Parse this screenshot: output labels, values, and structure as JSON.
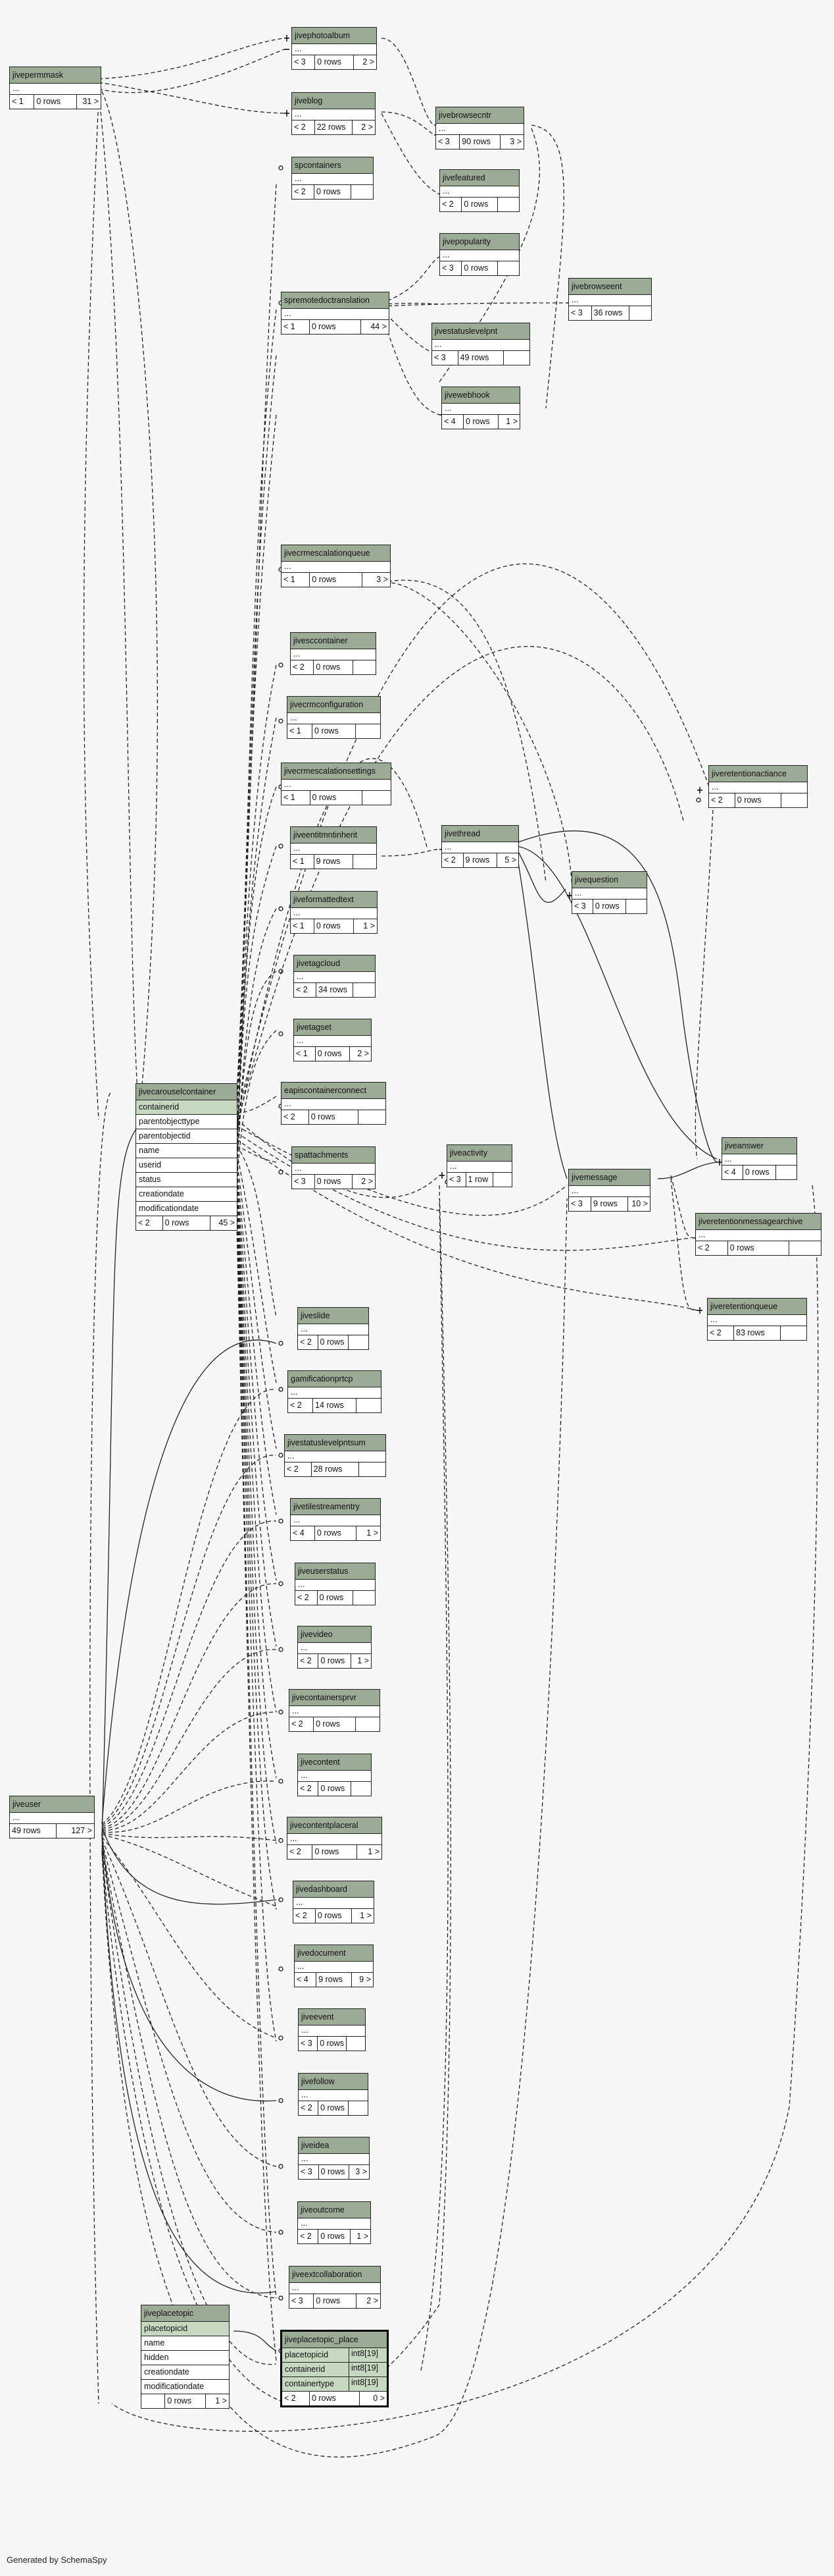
{
  "footer": "Generated by SchemaSpy",
  "tables": {
    "jivepermmask": {
      "name": "jivepermmask",
      "ell": "...",
      "parents": "< 1",
      "rows": "0 rows",
      "children": "31 >"
    },
    "jivephotoalbum": {
      "name": "jivephotoalbum",
      "ell": "...",
      "parents": "< 3",
      "rows": "0 rows",
      "children": "2 >"
    },
    "jiveblog": {
      "name": "jiveblog",
      "ell": "...",
      "parents": "< 2",
      "rows": "22 rows",
      "children": "2 >"
    },
    "jivebrowsecntr": {
      "name": "jivebrowsecntr",
      "ell": "...",
      "parents": "< 3",
      "rows": "90 rows",
      "children": "3 >"
    },
    "spcontainers": {
      "name": "spcontainers",
      "ell": "...",
      "parents": "< 2",
      "rows": "0 rows",
      "children": ""
    },
    "jivefeatured": {
      "name": "jivefeatured",
      "ell": "...",
      "parents": "< 2",
      "rows": "0 rows",
      "children": ""
    },
    "jivepopularity": {
      "name": "jivepopularity",
      "ell": "...",
      "parents": "< 3",
      "rows": "0 rows",
      "children": ""
    },
    "spremotedoctranslation": {
      "name": "spremotedoctranslation",
      "ell": "...",
      "parents": "< 1",
      "rows": "0 rows",
      "children": "44 >"
    },
    "jivebrowseent": {
      "name": "jivebrowseent",
      "ell": "...",
      "parents": "< 3",
      "rows": "36 rows",
      "children": ""
    },
    "jivestatuslevelpnt": {
      "name": "jivestatuslevelpnt",
      "ell": "...",
      "parents": "< 3",
      "rows": "49 rows",
      "children": ""
    },
    "jivewebhook": {
      "name": "jivewebhook",
      "ell": "...",
      "parents": "< 4",
      "rows": "0 rows",
      "children": "1 >"
    },
    "jivecrmescalationqueue": {
      "name": "jivecrmescalationqueue",
      "ell": "...",
      "parents": "< 1",
      "rows": "0 rows",
      "children": "3 >"
    },
    "jivesccontainer": {
      "name": "jivesccontainer",
      "ell": "...",
      "parents": "< 2",
      "rows": "0 rows",
      "children": ""
    },
    "jivecrmconfiguration": {
      "name": "jivecrmconfiguration",
      "ell": "...",
      "parents": "< 1",
      "rows": "0 rows",
      "children": ""
    },
    "jivecrmescalationsettings": {
      "name": "jivecrmescalationsettings",
      "ell": "...",
      "parents": "< 1",
      "rows": "0 rows",
      "children": ""
    },
    "jiveretentionactiance": {
      "name": "jiveretentionactiance",
      "ell": "...",
      "parents": "< 2",
      "rows": "0 rows",
      "children": ""
    },
    "jiveentitmntinherit": {
      "name": "jiveentitmntinherit",
      "ell": "...",
      "parents": "< 1",
      "rows": "9 rows",
      "children": ""
    },
    "jivethread": {
      "name": "jivethread",
      "ell": "...",
      "parents": "< 2",
      "rows": "9 rows",
      "children": "5 >"
    },
    "jivequestion": {
      "name": "jivequestion",
      "ell": "...",
      "parents": "< 3",
      "rows": "0 rows",
      "children": ""
    },
    "jiveformattedtext": {
      "name": "jiveformattedtext",
      "ell": "...",
      "parents": "< 1",
      "rows": "0 rows",
      "children": "1 >"
    },
    "jivetagcloud": {
      "name": "jivetagcloud",
      "ell": "...",
      "parents": "< 2",
      "rows": "34 rows",
      "children": ""
    },
    "jivetagset": {
      "name": "jivetagset",
      "ell": "...",
      "parents": "< 1",
      "rows": "0 rows",
      "children": "2 >"
    },
    "jivecarouselcontainer": {
      "name": "jivecarouselcontainer",
      "cols": [
        "containerid",
        "parentobjecttype",
        "parentobjectid",
        "name",
        "userid",
        "status",
        "creationdate",
        "modificationdate"
      ],
      "parents": "< 2",
      "rows": "0 rows",
      "children": "45 >"
    },
    "eapiscontainerconnect": {
      "name": "eapiscontainerconnect",
      "ell": "...",
      "parents": "< 2",
      "rows": "0 rows",
      "children": ""
    },
    "spattachments": {
      "name": "spattachments",
      "ell": "...",
      "parents": "< 3",
      "rows": "0 rows",
      "children": "2 >"
    },
    "jiveactivity": {
      "name": "jiveactivity",
      "ell": "...",
      "parents": "< 3",
      "rows": "1 row",
      "children": ""
    },
    "jivemessage": {
      "name": "jivemessage",
      "ell": "...",
      "parents": "< 3",
      "rows": "9 rows",
      "children": "10 >"
    },
    "jiveanswer": {
      "name": "jiveanswer",
      "ell": "...",
      "parents": "< 4",
      "rows": "0 rows",
      "children": ""
    },
    "jiveretentionmessagearchive": {
      "name": "jiveretentionmessagearchive",
      "ell": "...",
      "parents": "< 2",
      "rows": "0 rows",
      "children": ""
    },
    "jiveretentionqueue": {
      "name": "jiveretentionqueue",
      "ell": "...",
      "parents": "< 2",
      "rows": "83 rows",
      "children": ""
    },
    "jiveslide": {
      "name": "jiveslide",
      "ell": "...",
      "parents": "< 2",
      "rows": "0 rows",
      "children": ""
    },
    "gamificationprtcp": {
      "name": "gamificationprtcp",
      "ell": "...",
      "parents": "< 2",
      "rows": "14 rows",
      "children": ""
    },
    "jivestatuslevelpntsum": {
      "name": "jivestatuslevelpntsum",
      "ell": "...",
      "parents": "< 2",
      "rows": "28 rows",
      "children": ""
    },
    "jivetilestreamentry": {
      "name": "jivetilestreamentry",
      "ell": "...",
      "parents": "< 4",
      "rows": "0 rows",
      "children": "1 >"
    },
    "jiveuserstatus": {
      "name": "jiveuserstatus",
      "ell": "...",
      "parents": "< 2",
      "rows": "0 rows",
      "children": ""
    },
    "jivevideo": {
      "name": "jivevideo",
      "ell": "...",
      "parents": "< 2",
      "rows": "0 rows",
      "children": "1 >"
    },
    "jivecontainersprvr": {
      "name": "jivecontainersprvr",
      "ell": "...",
      "parents": "< 2",
      "rows": "0 rows",
      "children": ""
    },
    "jivecontent": {
      "name": "jivecontent",
      "ell": "...",
      "parents": "< 2",
      "rows": "0 rows",
      "children": ""
    },
    "jivecontentplaceral": {
      "name": "jivecontentplaceral",
      "ell": "...",
      "parents": "< 2",
      "rows": "0 rows",
      "children": "1 >"
    },
    "jiveuser": {
      "name": "jiveuser",
      "ell": "...",
      "parents": "",
      "rows": "49 rows",
      "children": "127 >"
    },
    "jivedashboard": {
      "name": "jivedashboard",
      "ell": "...",
      "parents": "< 2",
      "rows": "0 rows",
      "children": "1 >"
    },
    "jivedocument": {
      "name": "jivedocument",
      "ell": "...",
      "parents": "< 4",
      "rows": "9 rows",
      "children": "9 >"
    },
    "jiveevent": {
      "name": "jiveevent",
      "ell": "...",
      "parents": "< 3",
      "rows": "0 rows",
      "children": ""
    },
    "jivefollow": {
      "name": "jivefollow",
      "ell": "...",
      "parents": "< 2",
      "rows": "0 rows",
      "children": ""
    },
    "jiveidea": {
      "name": "jiveidea",
      "ell": "...",
      "parents": "< 3",
      "rows": "0 rows",
      "children": "3 >"
    },
    "jiveoutcome": {
      "name": "jiveoutcome",
      "ell": "...",
      "parents": "< 2",
      "rows": "0 rows",
      "children": "1 >"
    },
    "jiveextcollaboration": {
      "name": "jiveextcollaboration",
      "ell": "...",
      "parents": "< 3",
      "rows": "0 rows",
      "children": "2 >"
    },
    "jiveplacetopic": {
      "name": "jiveplacetopic",
      "cols": [
        "placetopicid",
        "name",
        "hidden",
        "creationdate",
        "modificationdate"
      ],
      "parents": "",
      "rows": "0 rows",
      "children": "1 >"
    },
    "jiveplacetopic_place": {
      "name": "jiveplacetopic_place",
      "cols": [
        {
          "n": "placetopicid",
          "t": "int8[19]"
        },
        {
          "n": "containerid",
          "t": "int8[19]"
        },
        {
          "n": "containertype",
          "t": "int8[19]"
        }
      ],
      "parents": "< 2",
      "rows": "0 rows",
      "children": "0 >"
    }
  }
}
